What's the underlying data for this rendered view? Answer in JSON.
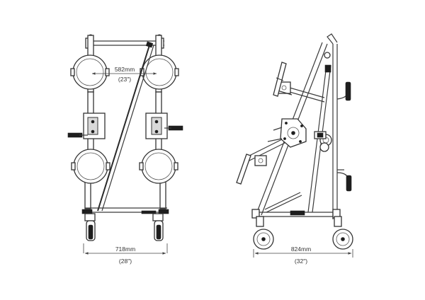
{
  "dimensions": {
    "inner_width_mm": "582mm",
    "inner_width_in": "(23\")",
    "front_width_mm": "718mm",
    "front_width_in": "(28\")",
    "side_depth_mm": "824mm",
    "side_depth_in": "(32\")"
  }
}
